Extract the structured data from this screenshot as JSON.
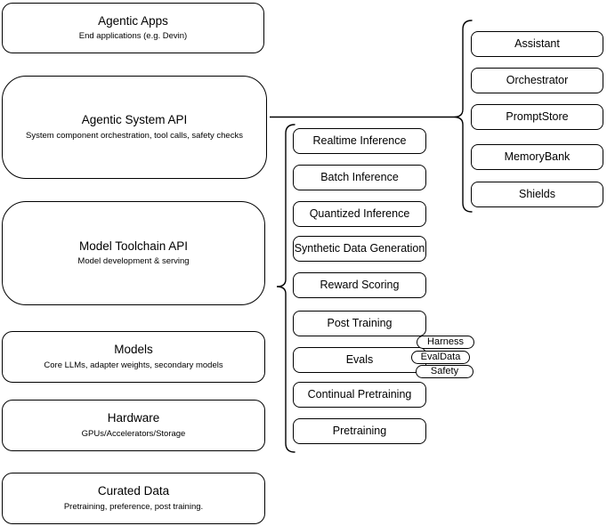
{
  "diagram": {
    "background_color": "#ffffff",
    "stroke_color": "#000000",
    "text_color": "#000000"
  },
  "stack": [
    {
      "title": "Agentic Apps",
      "subtitle": "End applications (e.g. Devin)"
    },
    {
      "title": "Agentic System API",
      "subtitle": "System component orchestration, tool calls, safety checks"
    },
    {
      "title": "Model Toolchain API",
      "subtitle": "Model development & serving"
    },
    {
      "title": "Models",
      "subtitle": "Core LLMs, adapter weights, secondary models"
    },
    {
      "title": "Hardware",
      "subtitle": "GPUs/Accelerators/Storage"
    },
    {
      "title": "Curated Data",
      "subtitle": "Pretraining, preference, post training."
    }
  ],
  "toolchain_services": [
    "Realtime Inference",
    "Batch Inference",
    "Quantized Inference",
    "Synthetic Data Generation",
    "Reward Scoring",
    "Post Training",
    "Evals",
    "Continual Pretraining",
    "Pretraining"
  ],
  "eval_tags": [
    "Harness",
    "EvalData",
    "Safety"
  ],
  "system_components": [
    "Assistant",
    "Orchestrator",
    "PromptStore",
    "MemoryBank",
    "Shields"
  ]
}
